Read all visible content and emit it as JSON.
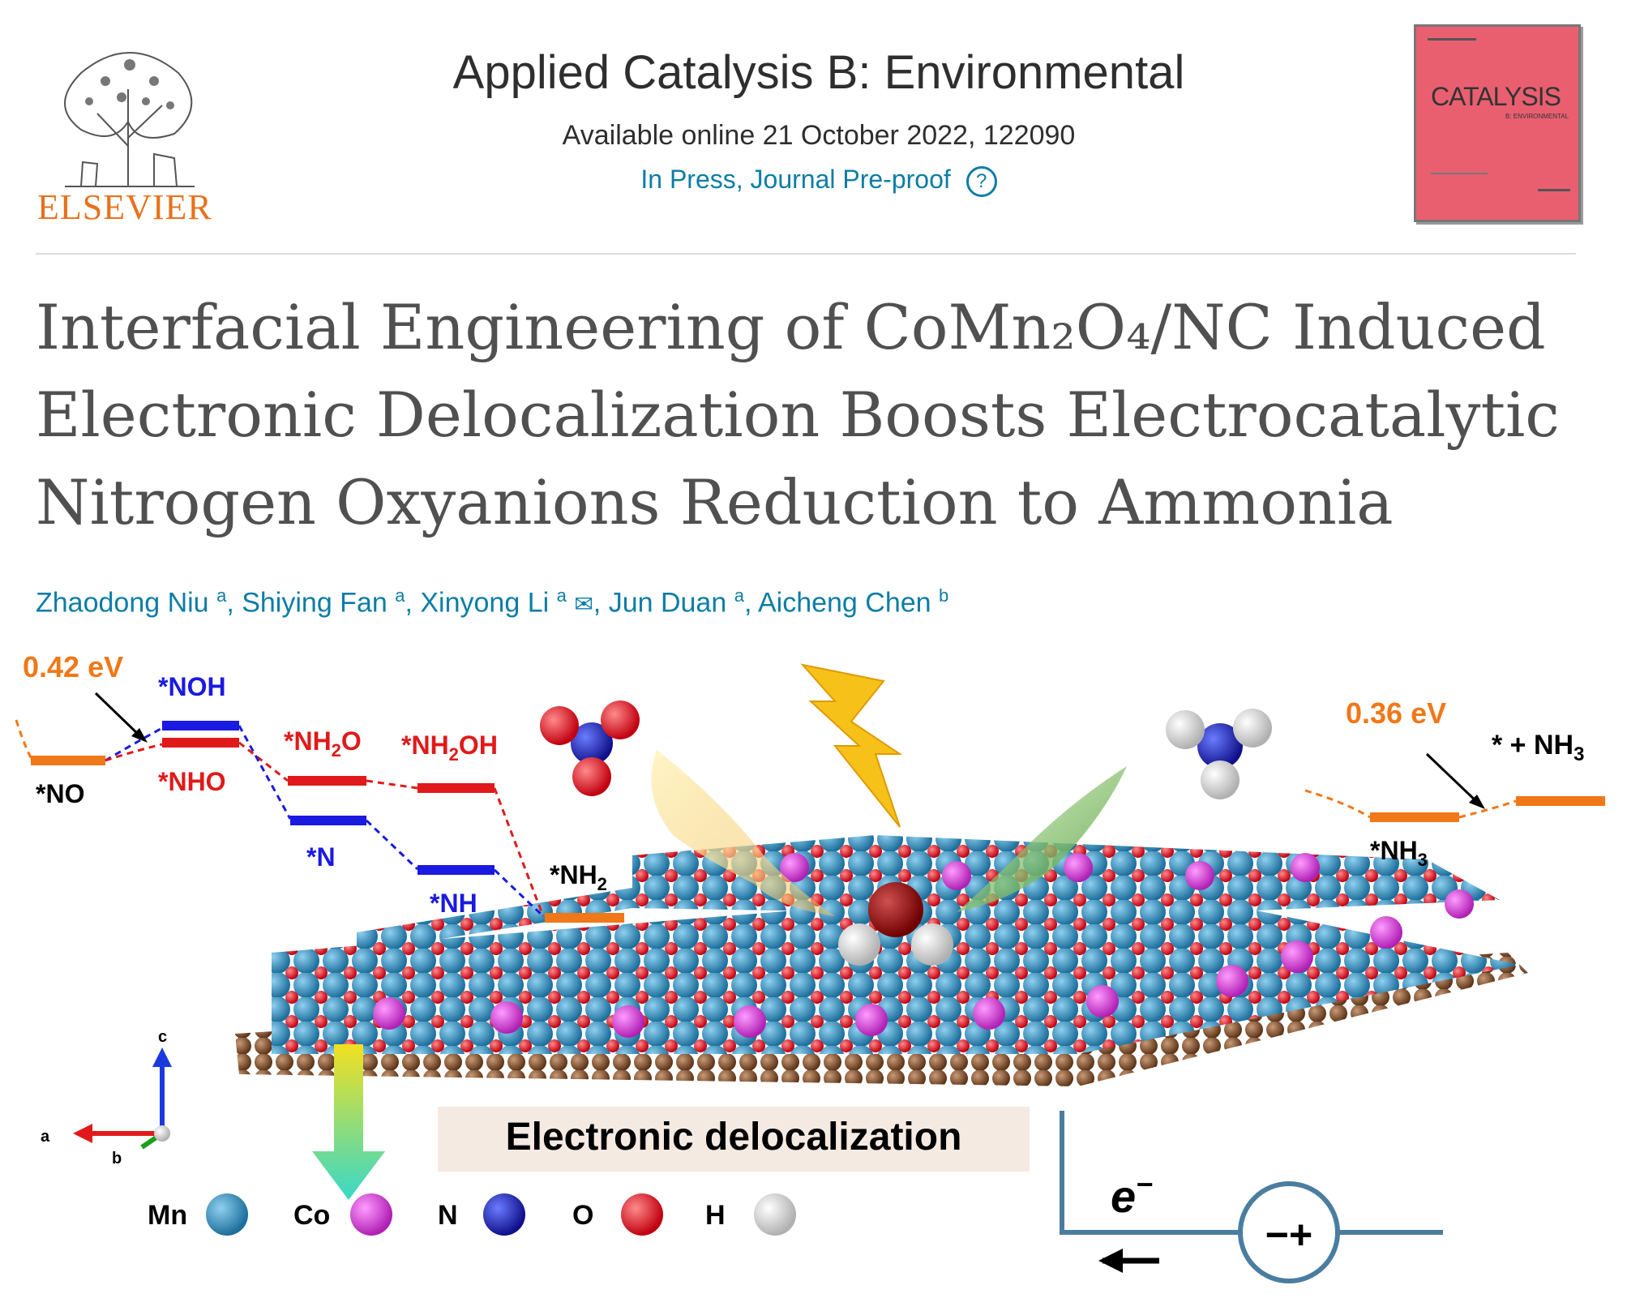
{
  "header": {
    "publisher": "ELSEVIER",
    "journal_name": "Applied Catalysis B: Environmental",
    "available": "Available online 21 October 2022, 122090",
    "status": "In Press, Journal Pre-proof",
    "help_icon": "?",
    "cover_title": "CATALYSIS",
    "cover_subtitle": "B: ENVIRONMENTAL"
  },
  "article": {
    "title_line1": "Interfacial Engineering of CoMn₂O₄/NC Induced",
    "title_line2": "Electronic Delocalization Boosts Electrocatalytic",
    "title_line3": "Nitrogen Oxyanions Reduction to Ammonia",
    "authors": [
      {
        "name": "Zhaodong Niu",
        "aff": "a"
      },
      {
        "name": "Shiying Fan",
        "aff": "a"
      },
      {
        "name": "Xinyong Li",
        "aff": "a",
        "mail": "✉"
      },
      {
        "name": "Jun Duan",
        "aff": "a"
      },
      {
        "name": "Aicheng Chen",
        "aff": "b"
      }
    ]
  },
  "graphic": {
    "energy_left": "0.42 eV",
    "energy_right": "0.36 eV",
    "labels": {
      "no": "*NO",
      "noh": "*NOH",
      "nho": "*NHO",
      "nh2o_base": "*NH",
      "nh2o_sub": "2",
      "nh2o_tail": "O",
      "nh2oh_base": "*NH",
      "nh2oh_sub": "2",
      "nh2oh_tail": "OH",
      "n": "*N",
      "nh": "*NH",
      "nh2_base": "*NH",
      "nh2_sub": "2",
      "nh3_base": "*NH",
      "nh3_sub": "3",
      "product_base": "* + NH",
      "product_sub": "3"
    },
    "banner": "Electronic delocalization",
    "axes": {
      "a": "a",
      "b": "b",
      "c": "c"
    },
    "electron_base": "e",
    "electron_sup": "−",
    "battery": "−+",
    "legend": [
      {
        "label": "Mn",
        "color": "#3f7fa8"
      },
      {
        "label": "Co",
        "color": "#c040c4"
      },
      {
        "label": "N",
        "color": "#1a1aa8"
      },
      {
        "label": "O",
        "color": "#d42a35"
      },
      {
        "label": "H",
        "color": "#c8c8c8"
      }
    ]
  }
}
